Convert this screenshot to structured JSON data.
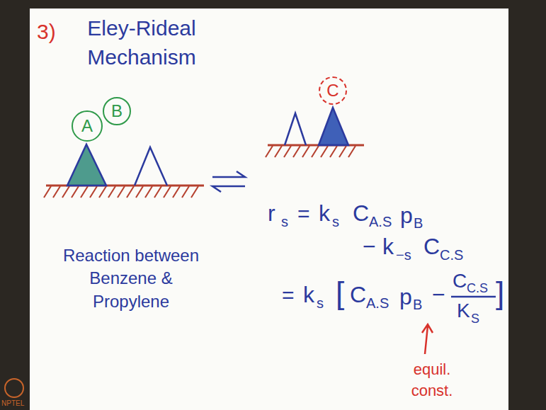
{
  "diagram": {
    "title": "Eley-Rideal Mechanism",
    "nodes": [
      {
        "text": [
          "A"
        ]
      },
      {
        "text": [
          "B"
        ]
      },
      {
        "text": [
          "C"
        ]
      }
    ],
    "labels": [
      "3)",
      "r",
      "s",
      "=",
      "k",
      "s",
      "C",
      "A.S",
      "p",
      "B",
      "−",
      "k",
      "−s",
      "C",
      "C.S",
      "=",
      "k",
      "s",
      "[",
      "C",
      "A.S",
      "p",
      "B",
      "−",
      "C",
      "C.S",
      "K",
      "S",
      "]",
      "Reaction between Benzene & Propylene",
      "equil. const.",
      "NPTEL"
    ]
  }
}
